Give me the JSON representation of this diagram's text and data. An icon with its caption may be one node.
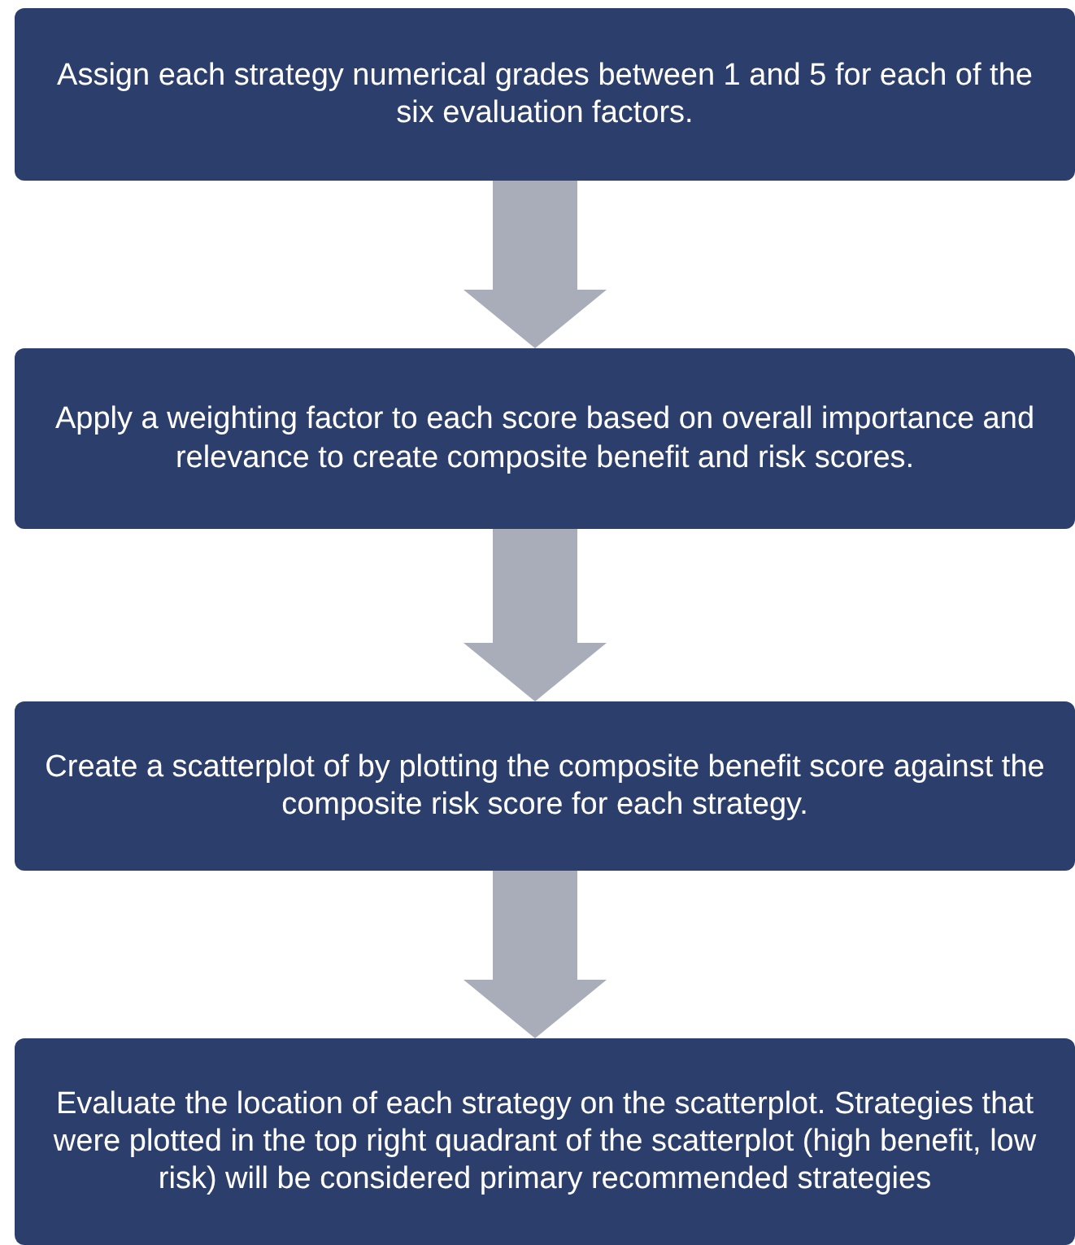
{
  "diagram": {
    "nodes": [
      {
        "text": [
          "Assign each strategy numerical grades between 1 and 5 for each of the six evaluation factors."
        ]
      },
      {
        "text": [
          "Apply a weighting factor to each score based on overall importance and relevance to create composite benefit and risk scores."
        ]
      },
      {
        "text": [
          "Create a scatterplot of by plotting the composite benefit score against the composite risk score for each strategy."
        ]
      },
      {
        "text": [
          "Evaluate the location of each strategy on the scatterplot. Strategies that were plotted in the top right quadrant of the scatterplot (high benefit, low risk) will be considered primary recommended strategies"
        ]
      }
    ],
    "edges": [
      {
        "from": 0,
        "to": 1,
        "arrow": "to"
      },
      {
        "from": 1,
        "to": 2,
        "arrow": "to"
      },
      {
        "from": 2,
        "to": 3,
        "arrow": "to"
      }
    ]
  }
}
